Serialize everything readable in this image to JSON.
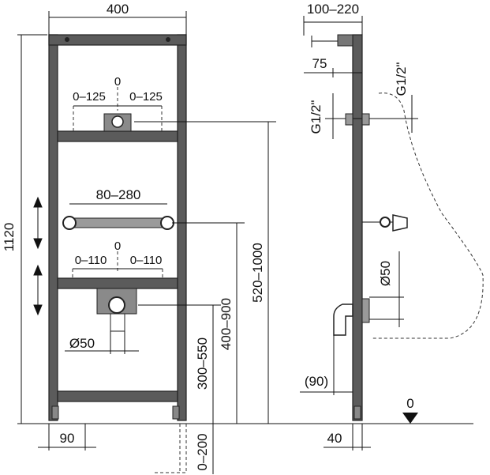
{
  "front_view": {
    "width": "400",
    "height": "1120",
    "top_offset_zero": "0",
    "top_offset_left": "0–125",
    "top_offset_right": "0–125",
    "bracket_span": "80–280",
    "lower_offset_zero": "0",
    "lower_offset_left": "0–110",
    "lower_offset_right": "0–110",
    "drain_diameter": "Ø50",
    "drain_height": "300–550",
    "bracket_height": "400–900",
    "inlet_height": "520–1000",
    "leg_width": "90",
    "leg_extension": "0–200"
  },
  "side_view": {
    "inlet_depth": "100–220",
    "inlet_offset": "75",
    "thread_right": "G1/2\"",
    "thread_left": "G1/2\"",
    "outlet_diameter": "Ø50",
    "outlet_offset": "(90)",
    "foot_depth": "40",
    "floor_level": "0"
  }
}
